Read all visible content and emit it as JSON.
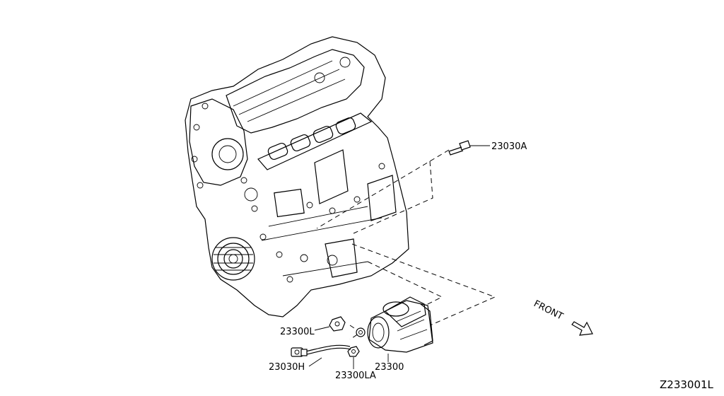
{
  "diagram": {
    "callouts": {
      "bolt": "23030A",
      "nut": "23300L",
      "harness": "23030H",
      "washer": "23300LA",
      "starter": "23300"
    },
    "direction_label": "FRONT",
    "figure_code": "Z233001L"
  }
}
